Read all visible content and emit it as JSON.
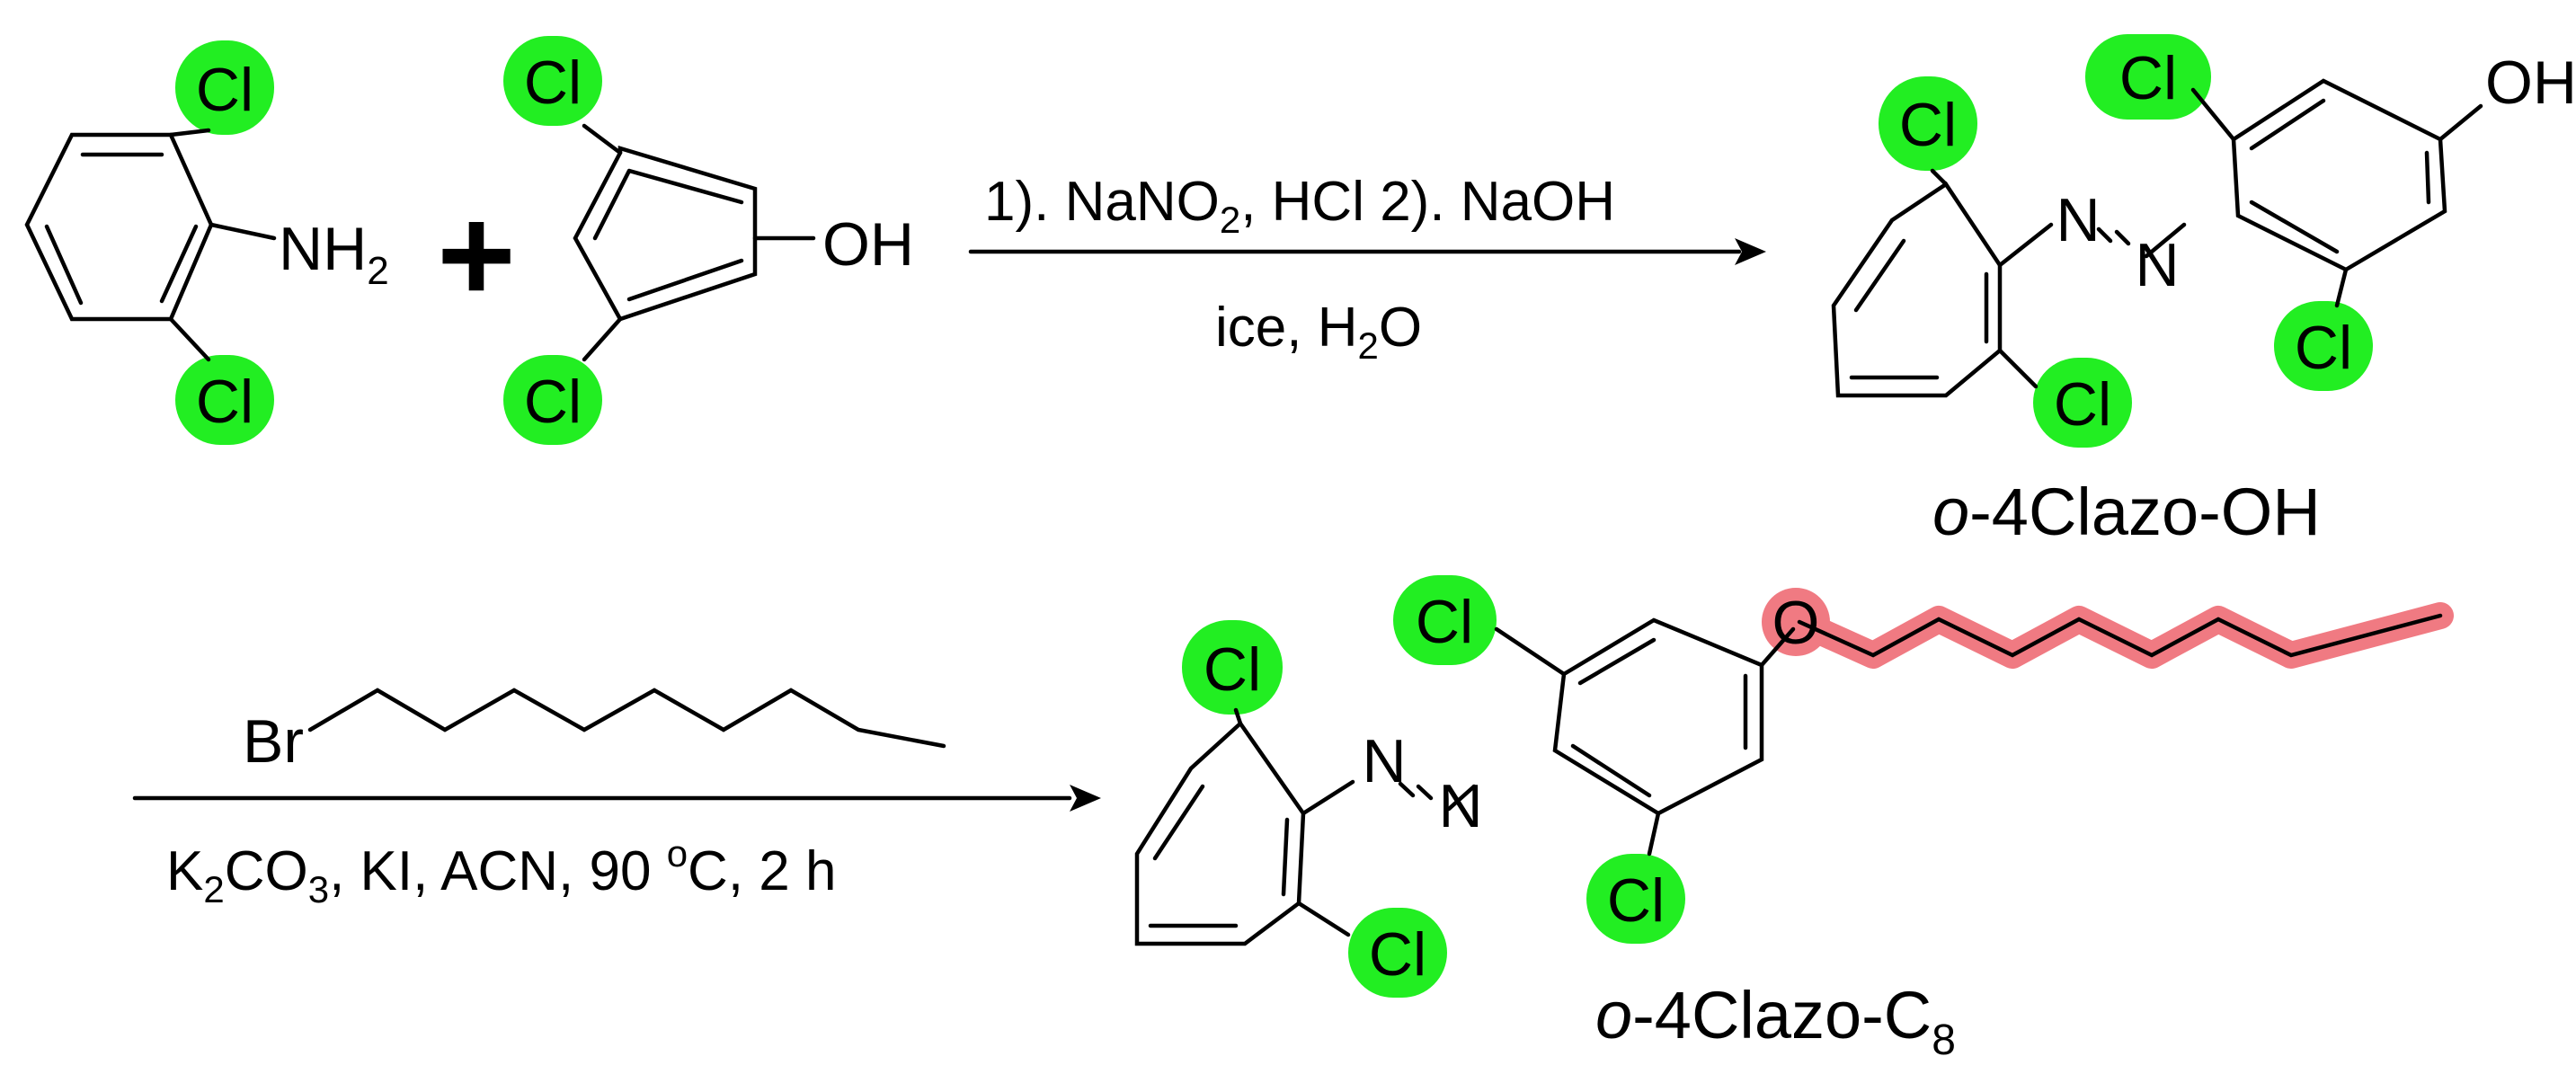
{
  "atoms": {
    "cl": "Cl",
    "nh": "NH",
    "nh_sub": "2",
    "oh": "OH",
    "n": "N",
    "o": "O",
    "br": "Br"
  },
  "plus": "+",
  "step1": {
    "cond_a": "1). NaNO",
    "cond_a_sub": "2",
    "cond_b": ", HCl  2). NaOH",
    "cond2_a": "ice, H",
    "cond2_sub": "2",
    "cond2_b": "O"
  },
  "step2": {
    "cond_k": "K",
    "cond_k_sub": "2",
    "cond_co": "CO",
    "cond_co_sub": "3",
    "cond_rest": ",  KI,  ACN,  90 ",
    "cond_sup": "o",
    "cond_end": "C,  2 h"
  },
  "product1": {
    "italic": "o",
    "name": "-4Clazo-OH"
  },
  "product2": {
    "italic": "o",
    "name": "-4Clazo-C",
    "sub": "8"
  },
  "colors": {
    "cl_highlight": "#22ee22",
    "chain_highlight": "#f07a82",
    "ink": "#000000"
  }
}
